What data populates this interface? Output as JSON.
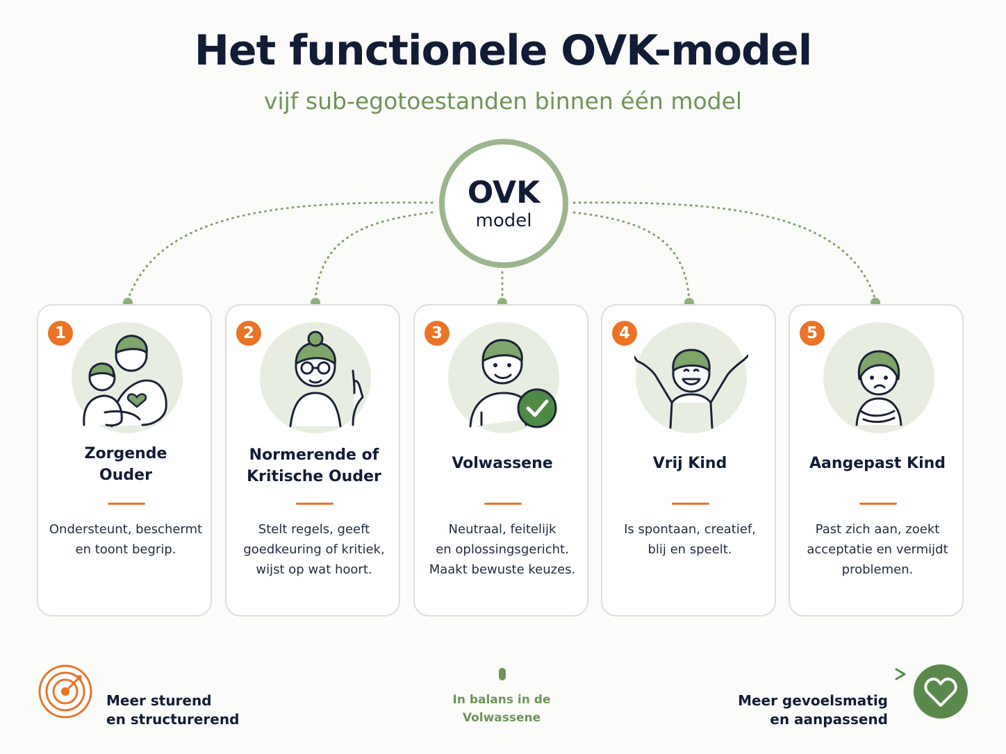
{
  "title": "Het functionele OVK-model",
  "subtitle": "vijf sub-egotoestanden binnen één model",
  "hub": {
    "title": "OVK",
    "subtitle": "model"
  },
  "colors": {
    "accent_orange": "#ea7325",
    "accent_green": "#6f9358",
    "hub_ring": "#9cb58d",
    "illustration_bg": "#e7eee1"
  },
  "cards": [
    {
      "number": "1",
      "title_line1": "Zorgende",
      "title_line2": "Ouder",
      "desc_line1": "Ondersteunt, beschermt",
      "desc_line2": "en toont begrip.",
      "desc_line3": "",
      "icon": "nurturing-parent-icon"
    },
    {
      "number": "2",
      "title_line1": "Normerende of",
      "title_line2": "Kritische Ouder",
      "desc_line1": "Stelt regels, geeft",
      "desc_line2": "goedkeuring of kritiek,",
      "desc_line3": "wijst op wat hoort.",
      "icon": "critical-parent-icon"
    },
    {
      "number": "3",
      "title_line1": "Volwassene",
      "title_line2": "",
      "desc_line1": "Neutraal, feitelijk",
      "desc_line2": "en oplossingsgericht.",
      "desc_line3": "Maakt bewuste keuzes.",
      "icon": "adult-icon"
    },
    {
      "number": "4",
      "title_line1": "Vrij Kind",
      "title_line2": "",
      "desc_line1": "Is spontaan, creatief,",
      "desc_line2": "blij en speelt.",
      "desc_line3": "",
      "icon": "free-child-icon"
    },
    {
      "number": "5",
      "title_line1": "Aangepast Kind",
      "title_line2": "",
      "desc_line1": "Past zich aan, zoekt",
      "desc_line2": "acceptatie en vermijdt",
      "desc_line3": "problemen.",
      "icon": "adapted-child-icon"
    }
  ],
  "footer": {
    "left_line1": "Meer sturend",
    "left_line2": "en structurerend",
    "middle_line1": "In balans in de",
    "middle_line2": "Volwassene",
    "right_line1": "Meer gevoelsmatig",
    "right_line2": "en aanpassend",
    "left_icon": "target-icon",
    "right_icon": "heart-icon"
  }
}
